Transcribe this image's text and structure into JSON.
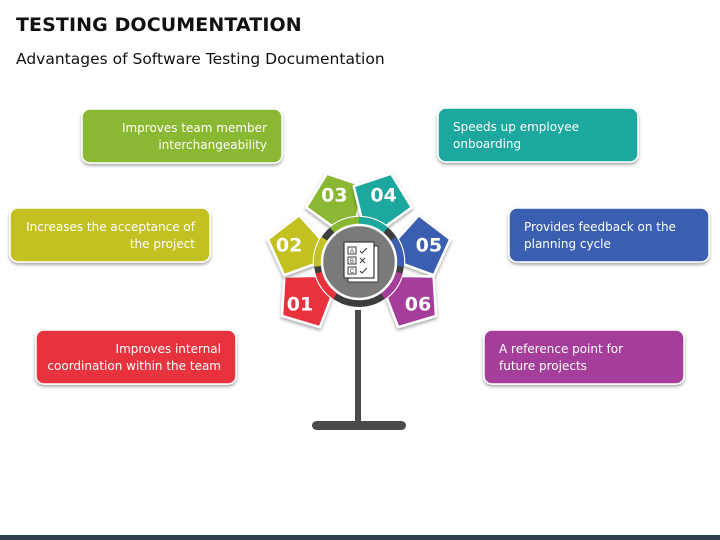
{
  "header": {
    "title": "TESTING DOCUMENTATION",
    "subtitle": "Advantages of Software Testing Documentation"
  },
  "items": [
    {
      "number": "01",
      "text": [
        "Improves internal",
        "coordination within the team"
      ],
      "color": "#e8333c"
    },
    {
      "number": "02",
      "text": [
        "Increases the acceptance of",
        "the project"
      ],
      "color": "#c3c124"
    },
    {
      "number": "03",
      "text": [
        "Improves team member",
        "interchangeability"
      ],
      "color": "#8ab832"
    },
    {
      "number": "04",
      "text": [
        "Speeds up employee",
        "onboarding"
      ],
      "color": "#1aa89e"
    },
    {
      "number": "05",
      "text": [
        "Provides feedback on the",
        "planning cycle"
      ],
      "color": "#3a5fb0"
    },
    {
      "number": "06",
      "text": [
        "A reference point for",
        "future projects"
      ],
      "color": "#a53e9a"
    }
  ],
  "center": {
    "icon": "checklist-icon",
    "hub_color": "#7a7a7a",
    "stand_color": "#4a4a4a",
    "checklist_letters": [
      "A",
      "B",
      "C"
    ]
  }
}
